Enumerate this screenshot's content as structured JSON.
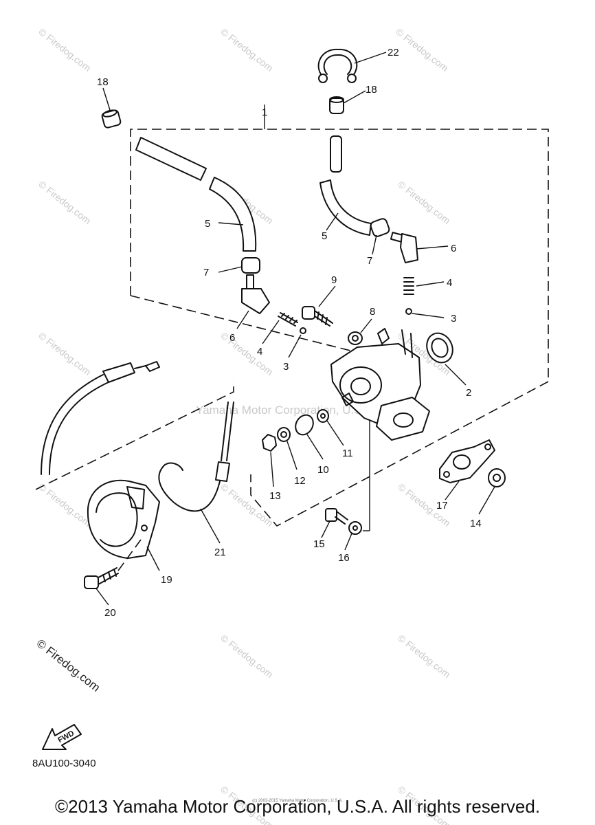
{
  "watermark": {
    "repeated": "© Firedog.com",
    "center": "Yamaha Motor Corporation, U.S.A."
  },
  "callouts": [
    "22",
    "18",
    "18",
    "1",
    "5",
    "5",
    "7",
    "7",
    "6",
    "6",
    "9",
    "4",
    "4",
    "8",
    "3",
    "3",
    "2",
    "10",
    "11",
    "12",
    "13",
    "17",
    "14",
    "15",
    "16",
    "21",
    "19",
    "20"
  ],
  "fwd_label": "FWD",
  "part_code": "8AU100-3040",
  "tiny_credit": "(c) 2003-2015 Yamaha Motor Corporation, U.S.A.",
  "copyright": "©2013 Yamaha Motor Corporation, U.S.A. All rights reserved."
}
